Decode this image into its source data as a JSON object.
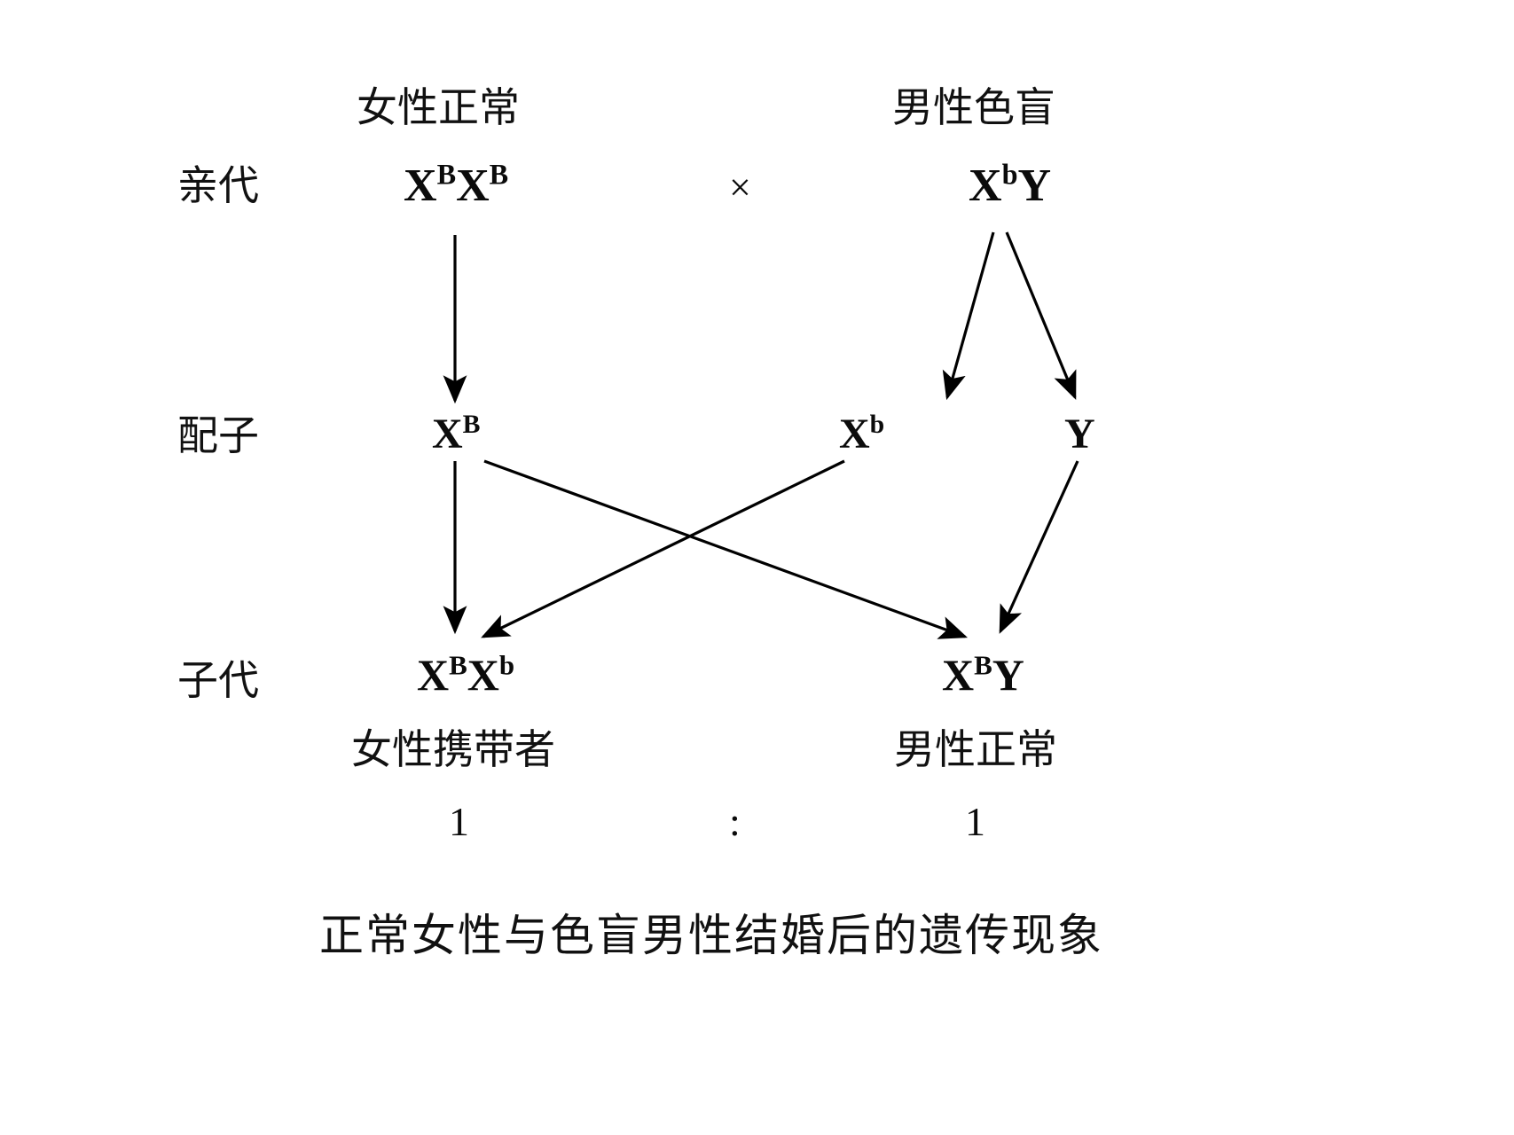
{
  "diagram": {
    "caption": "正常女性与色盲男性结婚后的遗传现象",
    "cross_symbol": "×",
    "ratio_colon": ":",
    "rows": {
      "parent_label": "亲代",
      "gamete_label": "配子",
      "offspring_label": "子代"
    },
    "parents": {
      "mother": {
        "phenotype": "女性正常",
        "genotype_parts": [
          "X",
          "B",
          "X",
          "B"
        ],
        "genotype_text": "XBXB"
      },
      "father": {
        "phenotype": "男性色盲",
        "genotype_parts": [
          "X",
          "b",
          "Y"
        ],
        "genotype_text": "XbY"
      }
    },
    "gametes": [
      {
        "base": "X",
        "allele": "B"
      },
      {
        "base": "X",
        "allele": "b"
      },
      {
        "base": "Y",
        "allele": ""
      }
    ],
    "offspring": [
      {
        "genotype_parts": [
          "X",
          "B",
          "X",
          "b"
        ],
        "phenotype": "女性携带者",
        "ratio": "1"
      },
      {
        "genotype_parts": [
          "X",
          "B",
          "Y"
        ],
        "phenotype": "男性正常",
        "ratio": "1"
      }
    ],
    "colors": {
      "ink": "#000000",
      "background": "#ffffff"
    }
  }
}
